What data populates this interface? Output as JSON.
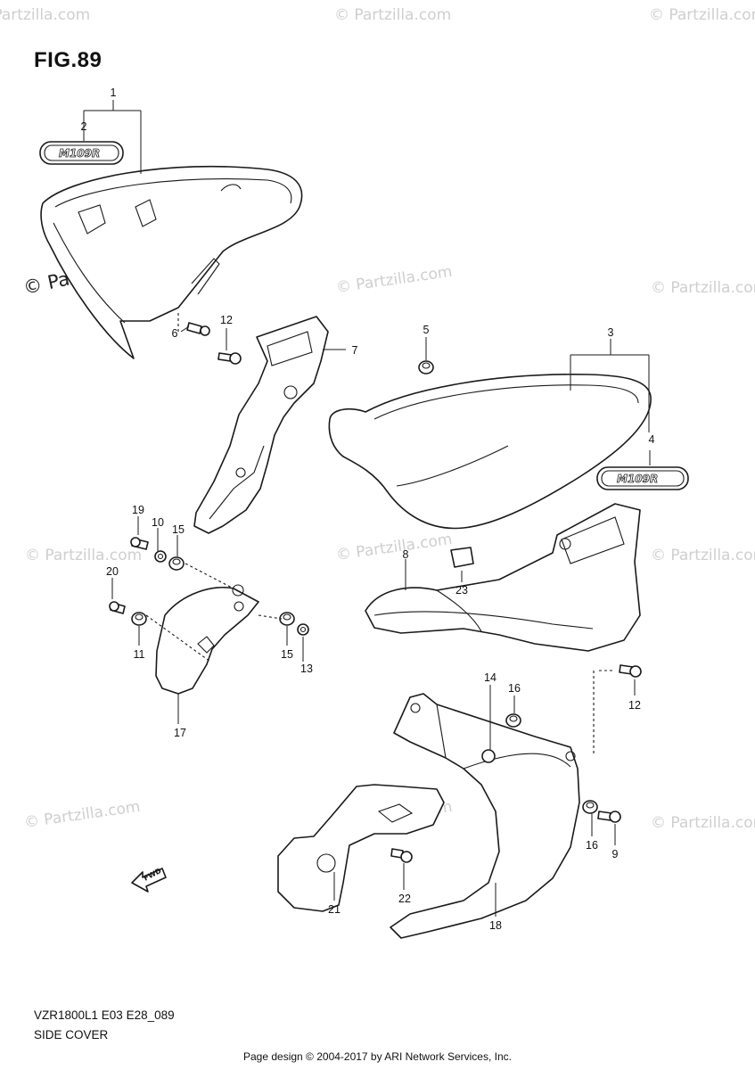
{
  "figure": {
    "title": "FIG.89",
    "model_code": "VZR1800L1 E03 E28_089",
    "section_name": "SIDE COVER"
  },
  "footer": {
    "credit": "Page design © 2004-2017 by ARI Network Services, Inc."
  },
  "watermark": {
    "text": "© Partzilla.com"
  },
  "emblem_text": "M109R",
  "fwd_label": "FWD",
  "callouts": {
    "c1": "1",
    "c2": "2",
    "c3": "3",
    "c4": "4",
    "c5": "5",
    "c6": "6",
    "c7": "7",
    "c8": "8",
    "c9": "9",
    "c10": "10",
    "c11": "11",
    "c12a": "12",
    "c12b": "12",
    "c13": "13",
    "c14": "14",
    "c15a": "15",
    "c15b": "15",
    "c16a": "16",
    "c16b": "16",
    "c17": "17",
    "c18": "18",
    "c19": "19",
    "c20": "20",
    "c21": "21",
    "c22": "22",
    "c23": "23"
  }
}
